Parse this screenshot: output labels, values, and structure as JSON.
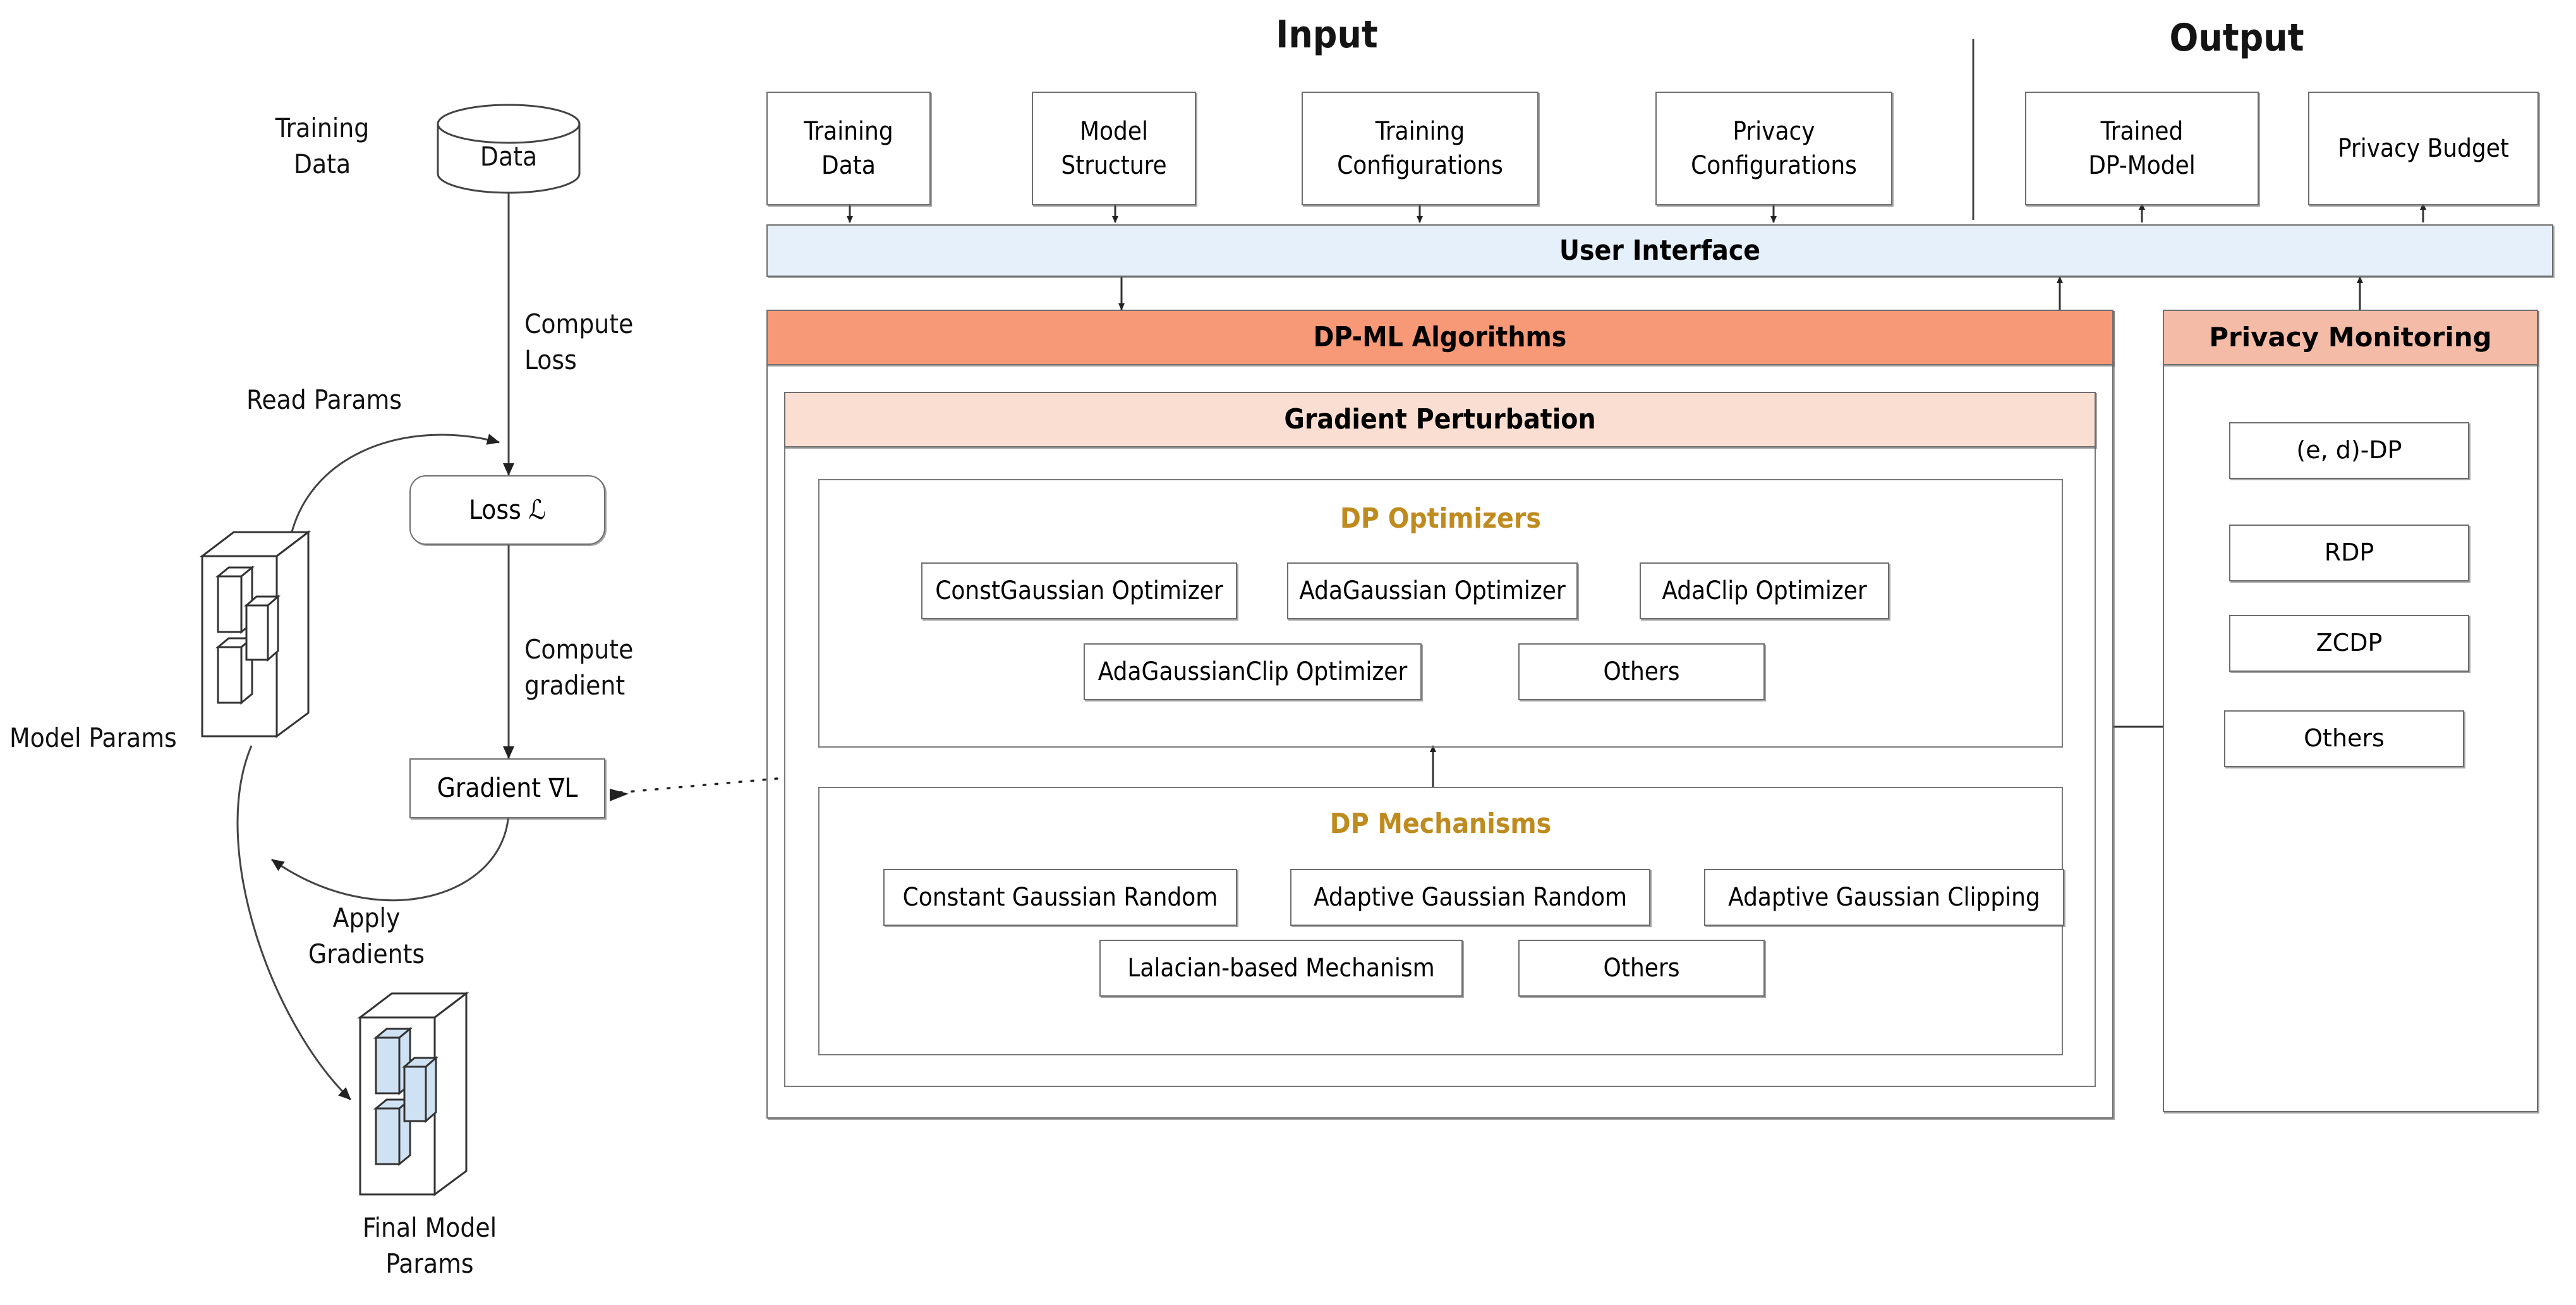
{
  "theme": {
    "ui_band": "#e6f0fa",
    "dpml_band": "#f79877",
    "gradient_perturbation_band": "#fbded2",
    "privacy_monitoring_band": "#f4bba6",
    "group_label_gold": "#bf8b1f",
    "stroke": "#6e6e6e",
    "final_param_fill": "#cfe2f3"
  },
  "section_titles": {
    "input": "Input",
    "output": "Output"
  },
  "input_boxes": [
    {
      "label": "Training\nData"
    },
    {
      "label": "Model\nStructure"
    },
    {
      "label": "Training\nConfigurations"
    },
    {
      "label": "Privacy\nConfigurations"
    }
  ],
  "output_boxes": [
    {
      "label": "Trained\nDP-Model"
    },
    {
      "label": "Privacy Budget"
    }
  ],
  "bands": {
    "user_interface": "User Interface",
    "dp_ml_algorithms": "DP-ML Algorithms",
    "gradient_perturbation": "Gradient Perturbation",
    "privacy_monitoring": "Privacy Monitoring"
  },
  "dp_optimizers": {
    "title": "DP Optimizers",
    "items": [
      "ConstGaussian Optimizer",
      "AdaGaussian Optimizer",
      "AdaClip Optimizer",
      "AdaGaussianClip Optimizer",
      "Others"
    ]
  },
  "dp_mechanisms": {
    "title": "DP Mechanisms",
    "items": [
      "Constant Gaussian Random",
      "Adaptive Gaussian Random",
      "Adaptive Gaussian Clipping",
      "Lalacian-based Mechanism",
      "Others"
    ]
  },
  "privacy_monitoring": {
    "items": [
      "(e, d)-DP",
      "RDP",
      "ZCDP",
      "Others"
    ]
  },
  "training_loop": {
    "datastore_label": "Data",
    "datastore_caption": "Training\nData",
    "loss_label": "Loss ℒ",
    "gradient_label": "Gradient ∇L",
    "model_params_caption": "Model Params",
    "final_params_caption": "Final Model\nParams",
    "edges": {
      "compute_loss": "Compute\nLoss",
      "read_params": "Read Params",
      "compute_gradient": "Compute\ngradient",
      "apply_gradients": "Apply\nGradients"
    }
  }
}
